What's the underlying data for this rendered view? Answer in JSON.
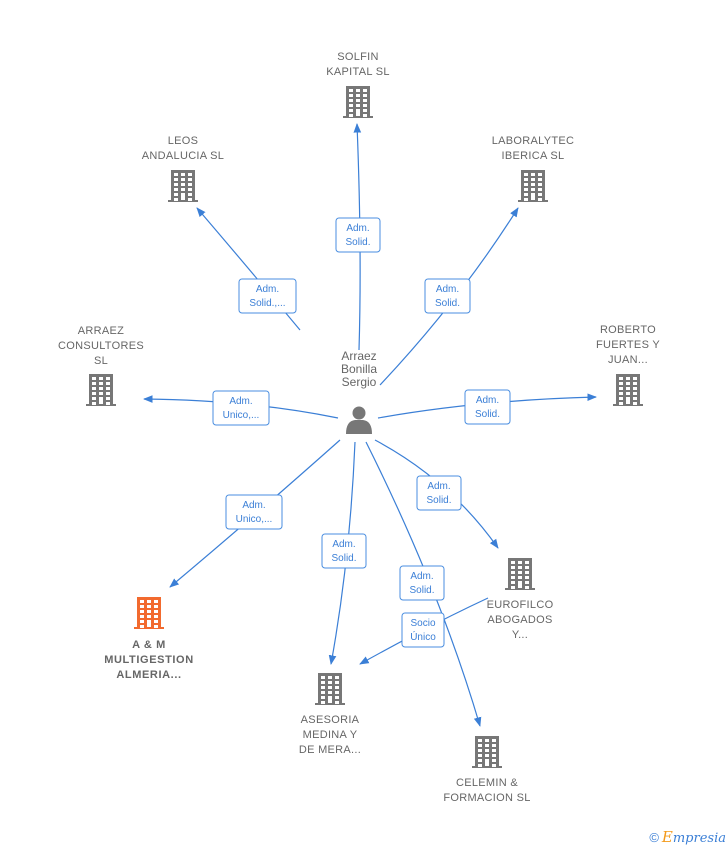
{
  "center": {
    "label_lines": [
      "Arraez",
      "Bonilla",
      "Sergio"
    ]
  },
  "nodes": [
    {
      "id": "solfin",
      "label_lines": [
        "SOLFIN",
        "KAPITAL  SL"
      ],
      "highlight": false
    },
    {
      "id": "leos",
      "label_lines": [
        "LEOS",
        "ANDALUCIA  SL"
      ],
      "highlight": false
    },
    {
      "id": "laboralytec",
      "label_lines": [
        "LABORALYTEC",
        "IBERICA  SL"
      ],
      "highlight": false
    },
    {
      "id": "arraez-consultores",
      "label_lines": [
        "ARRAEZ",
        "CONSULTORES",
        "SL"
      ],
      "highlight": false
    },
    {
      "id": "roberto",
      "label_lines": [
        "ROBERTO",
        "FUERTES Y",
        "JUAN..."
      ],
      "highlight": false
    },
    {
      "id": "am-multigestion",
      "label_lines": [
        "A & M",
        "MULTIGESTION",
        "ALMERIA..."
      ],
      "highlight": true
    },
    {
      "id": "eurofilco",
      "label_lines": [
        "EUROFILCO",
        "ABOGADOS",
        "Y..."
      ],
      "highlight": false
    },
    {
      "id": "asesoria",
      "label_lines": [
        "ASESORIA",
        "MEDINA Y",
        "DE MERA..."
      ],
      "highlight": false
    },
    {
      "id": "celemin",
      "label_lines": [
        "CELEMIN &",
        "FORMACION SL"
      ],
      "highlight": false
    }
  ],
  "edges": [
    {
      "id": "e-solfin",
      "label_lines": [
        "Adm.",
        "Solid."
      ]
    },
    {
      "id": "e-leos",
      "label_lines": [
        "Adm.",
        "Solid.,..."
      ]
    },
    {
      "id": "e-laboralytec",
      "label_lines": [
        "Adm.",
        "Solid."
      ]
    },
    {
      "id": "e-arraez",
      "label_lines": [
        "Adm.",
        "Unico,..."
      ]
    },
    {
      "id": "e-roberto",
      "label_lines": [
        "Adm.",
        "Solid."
      ]
    },
    {
      "id": "e-am",
      "label_lines": [
        "Adm.",
        "Unico,..."
      ]
    },
    {
      "id": "e-eurofilco",
      "label_lines": [
        "Adm.",
        "Solid."
      ]
    },
    {
      "id": "e-asesoria",
      "label_lines": [
        "Adm.",
        "Solid."
      ]
    },
    {
      "id": "e-celemin",
      "label_lines": [
        "Adm.",
        "Solid."
      ]
    },
    {
      "id": "e-euro-asesoria",
      "label_lines": [
        "Socio",
        "Único"
      ]
    }
  ],
  "colors": {
    "edge": "#3b7fd6",
    "building": "#777777",
    "highlight": "#f26a2e",
    "label": "#666666"
  },
  "footer": {
    "copyright": "©",
    "brand_initial": "E",
    "brand_rest": "mpresia"
  }
}
